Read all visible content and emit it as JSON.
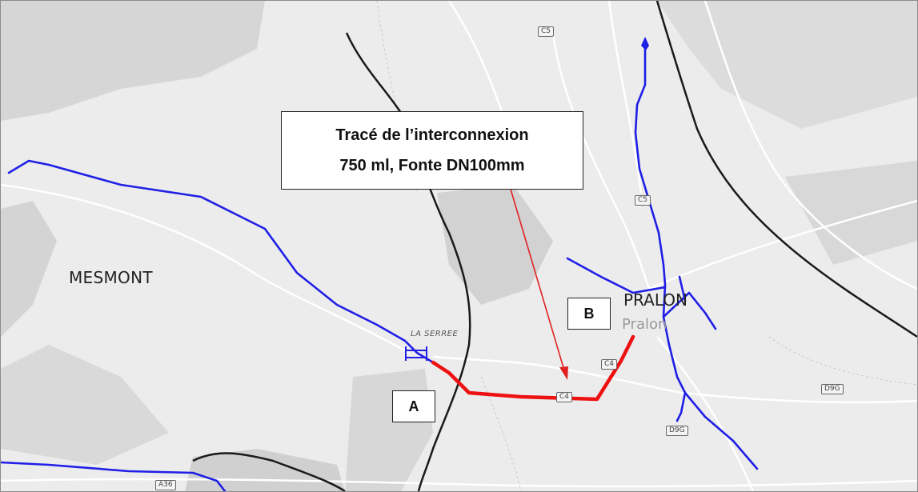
{
  "places": {
    "mesmont": "MESMONT",
    "pralon": "PRALON",
    "pralon_sub": "Pralon",
    "la_serree": "LA SERREE"
  },
  "roads": {
    "c5_top": "C5",
    "c5_mid": "C5",
    "c4": "C4",
    "c_route": "C4",
    "d9g_right": "D9G",
    "d9g_bottom": "D9G",
    "a36": "A36"
  },
  "callout": {
    "line1": "Tracé de l’interconnexion",
    "line2": "750 ml, Fonte DN100mm"
  },
  "points": {
    "a": "A",
    "b": "B"
  },
  "colors": {
    "network": "#1f1fe6",
    "interconnection": "#ee1111",
    "arrow": "#e02020",
    "boundary": "#1a1a1a",
    "background": "#ececec"
  }
}
